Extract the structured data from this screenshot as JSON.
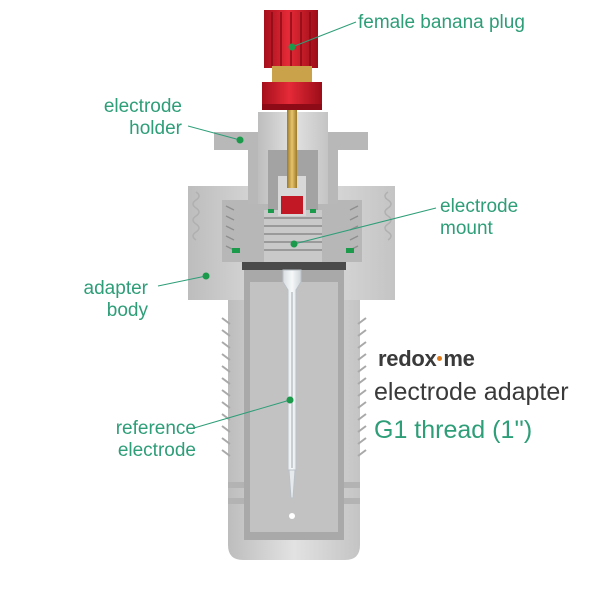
{
  "colors": {
    "accent": "#2e9e78",
    "label_text": "#2e9e78",
    "marker": "#1a9a4a",
    "plug_red": "#d61a2a",
    "body_gray": "#cfcfcf",
    "section_gray": "#a8a8a8",
    "brass": "#c9a24a",
    "brand_text": "#3a3a3a",
    "brand_dot": "#e07a1a"
  },
  "labels": {
    "banana_plug": [
      "female banana plug"
    ],
    "electrode_holder": [
      "electrode",
      "holder"
    ],
    "electrode_mount": [
      "electrode",
      "mount"
    ],
    "adapter_body": [
      "adapter",
      "body"
    ],
    "reference_electrode": [
      "reference",
      "electrode"
    ]
  },
  "brand": {
    "name_part1": "redox",
    "name_part2": "me"
  },
  "product": {
    "line1": "electrode adapter",
    "line2": "G1 thread (1'')"
  }
}
